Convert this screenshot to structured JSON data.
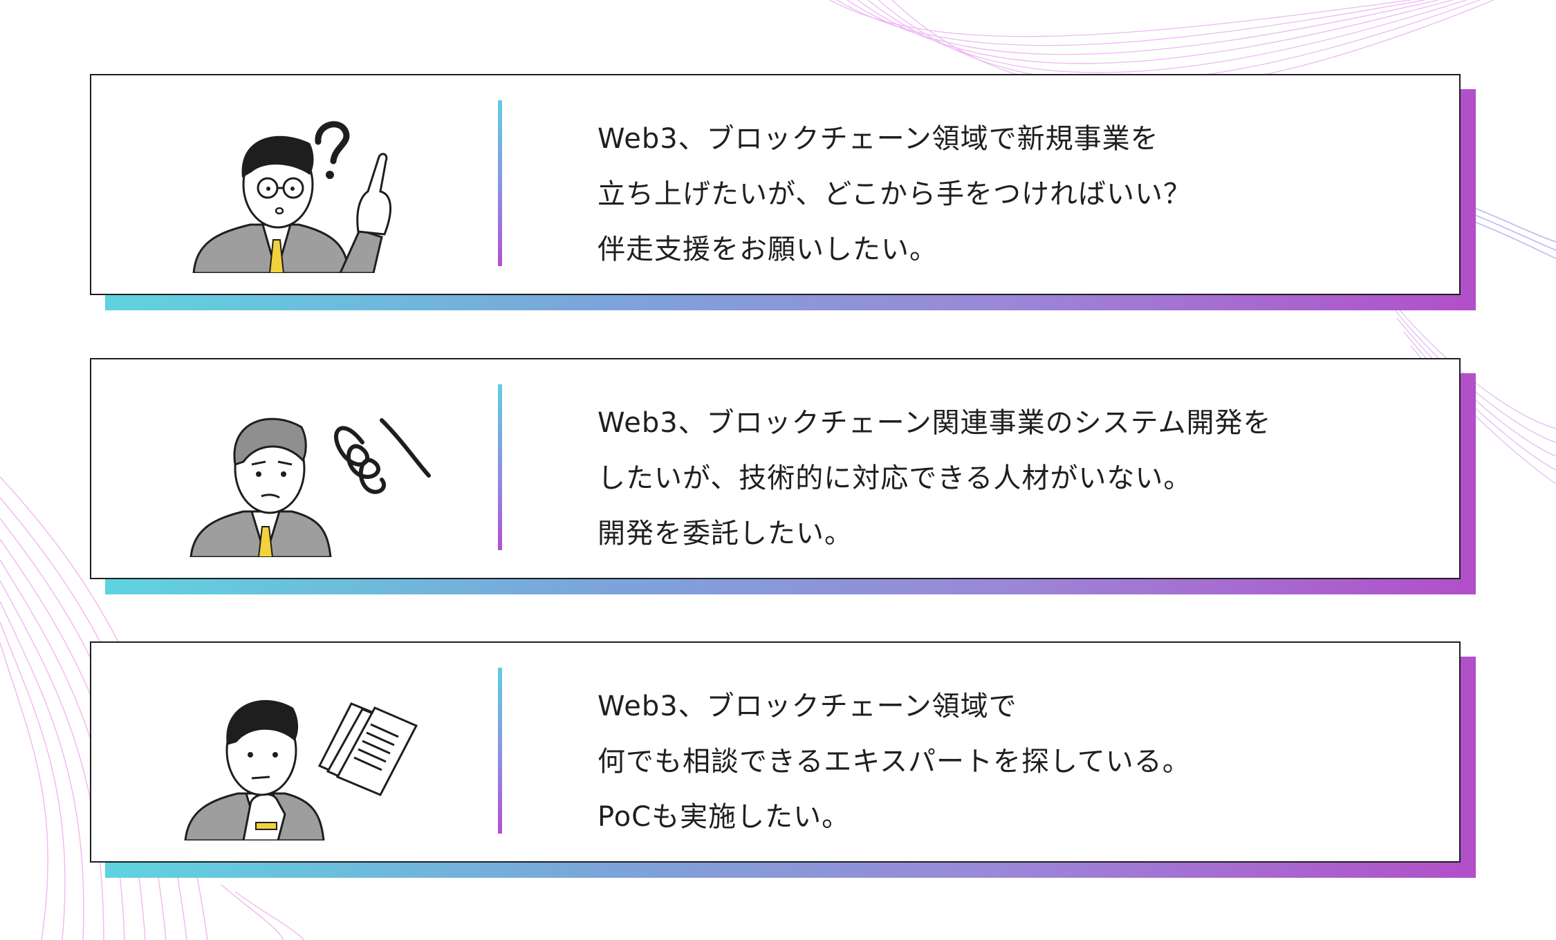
{
  "cards": [
    {
      "illustration": "confused-businessman-pointing-question-icon",
      "lines": [
        "Web3、ブロックチェーン領域で新規事業を",
        "立ち上げたいが、どこから手をつければいい？",
        "伴走支援をお願いしたい。"
      ]
    },
    {
      "illustration": "worried-businessman-scribble-icon",
      "lines": [
        "Web3、ブロックチェーン関連事業のシステム開発を",
        "したいが、技術的に対応できる人材がいない。",
        "開発を委託したい。"
      ]
    },
    {
      "illustration": "thinking-businessman-documents-icon",
      "lines": [
        "Web3、ブロックチェーン領域で",
        "何でも相談できるエキスパートを探している。",
        "PoCも実施したい。"
      ]
    }
  ],
  "colors": {
    "gradient_start": "#5fd3df",
    "gradient_end": "#b24fc9",
    "border": "#1e1e1e",
    "text": "#1f1f1f",
    "tie": "#f2d23c",
    "suit": "#9e9e9e"
  }
}
